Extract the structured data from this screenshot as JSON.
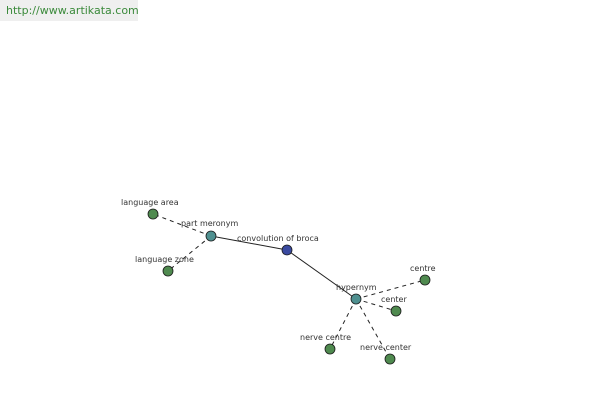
{
  "banner": {
    "url_text": "http://www.artikata.com",
    "background": "#efefef",
    "text_color": "#3b8a3b"
  },
  "graph": {
    "colors": {
      "edge": "#222222",
      "label": "#333333",
      "leaf_fill": "#4f8a4f",
      "relation_fill": "#4f9090",
      "focus_fill": "#3a4aa0",
      "node_stroke": "#1a1a1a"
    },
    "nodes": {
      "focus": {
        "label": "convolution of broca",
        "kind": "focus"
      },
      "part_meronym": {
        "label": "part meronym",
        "kind": "relation"
      },
      "hypernym": {
        "label": "hypernym",
        "kind": "relation"
      },
      "language_area": {
        "label": "language area",
        "kind": "leaf"
      },
      "language_zone": {
        "label": "language zone",
        "kind": "leaf"
      },
      "centre": {
        "label": "centre",
        "kind": "leaf"
      },
      "center": {
        "label": "center",
        "kind": "leaf"
      },
      "nerve_centre": {
        "label": "nerve centre",
        "kind": "leaf"
      },
      "nerve_center": {
        "label": "nerve center",
        "kind": "leaf"
      }
    },
    "edges": [
      {
        "from": "focus",
        "to": "part_meronym",
        "style": "solid"
      },
      {
        "from": "focus",
        "to": "hypernym",
        "style": "solid"
      },
      {
        "from": "part_meronym",
        "to": "language_area",
        "style": "dashed"
      },
      {
        "from": "part_meronym",
        "to": "language_zone",
        "style": "dashed"
      },
      {
        "from": "hypernym",
        "to": "centre",
        "style": "dashed"
      },
      {
        "from": "hypernym",
        "to": "center",
        "style": "dashed"
      },
      {
        "from": "hypernym",
        "to": "nerve_centre",
        "style": "dashed"
      },
      {
        "from": "hypernym",
        "to": "nerve_center",
        "style": "dashed"
      }
    ]
  }
}
